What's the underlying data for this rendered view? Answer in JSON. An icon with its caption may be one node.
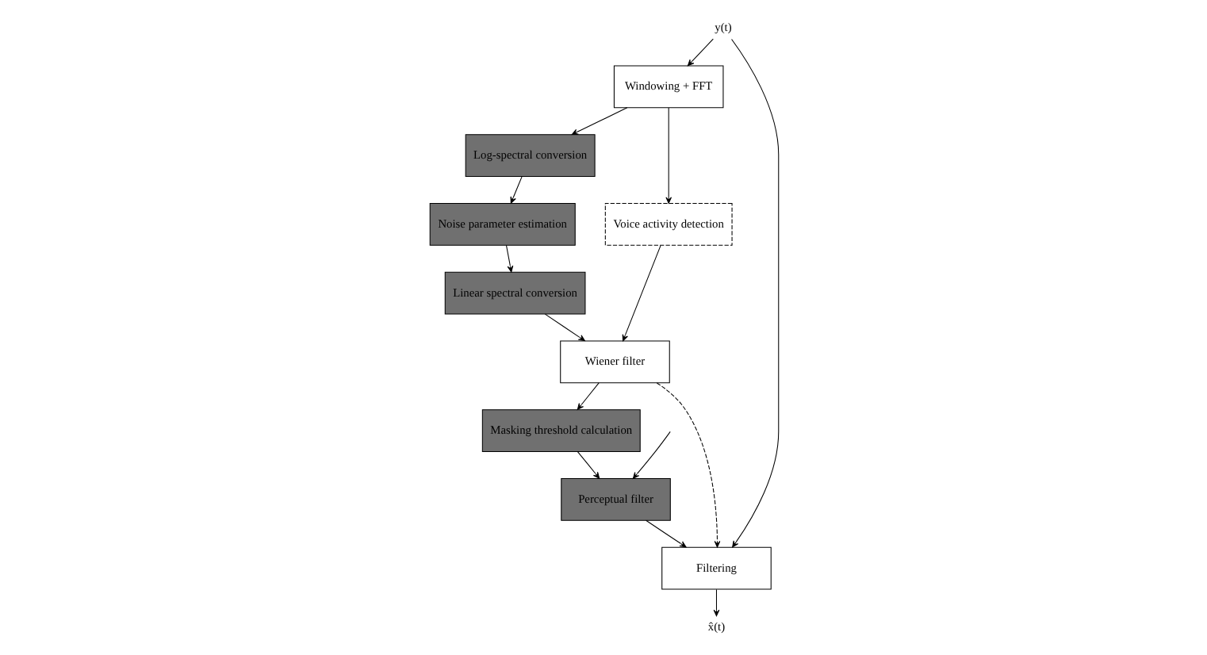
{
  "diagram": {
    "nodes": [
      {
        "text": [
          "Log-spectral conversion"
        ]
      },
      {
        "text": [
          "Noise parameter estimation"
        ]
      },
      {
        "text": [
          "Linear spectral conversion"
        ]
      },
      {
        "text": [
          "Voice activity detection"
        ]
      },
      {
        "text": [
          "Windowing + FFT"
        ]
      },
      {
        "text": [
          "Wiener filter"
        ]
      },
      {
        "text": [
          "Masking threshold calculation"
        ]
      },
      {
        "text": [
          "Filtering"
        ]
      },
      {
        "text": [
          "Perceptual filter"
        ]
      },
      {
        "text": [
          "y(t)"
        ]
      },
      {
        "text": [
          "x̂(t)"
        ]
      }
    ],
    "edges": [
      {
        "from": 9,
        "to": 4,
        "arrow": "to"
      },
      {
        "from": 9,
        "to": 7,
        "arrow": "to"
      },
      {
        "from": 4,
        "to": 0,
        "arrow": "to"
      },
      {
        "from": 4,
        "to": 3,
        "arrow": "to"
      },
      {
        "from": 0,
        "to": 1,
        "arrow": "to"
      },
      {
        "from": 1,
        "to": 2,
        "arrow": "to"
      },
      {
        "from": 2,
        "to": 5,
        "arrow": "to"
      },
      {
        "from": 3,
        "to": 5,
        "arrow": "to"
      },
      {
        "from": 5,
        "to": 6,
        "arrow": "to"
      },
      {
        "from": 5,
        "to": 7,
        "arrow": "to",
        "style": "dashed"
      },
      {
        "from": 6,
        "to": 8,
        "arrow": "to"
      },
      {
        "from": null,
        "to": 8,
        "arrow": "to"
      },
      {
        "from": 8,
        "to": 7,
        "arrow": "to"
      },
      {
        "from": 7,
        "to": 10,
        "arrow": "to"
      }
    ]
  }
}
